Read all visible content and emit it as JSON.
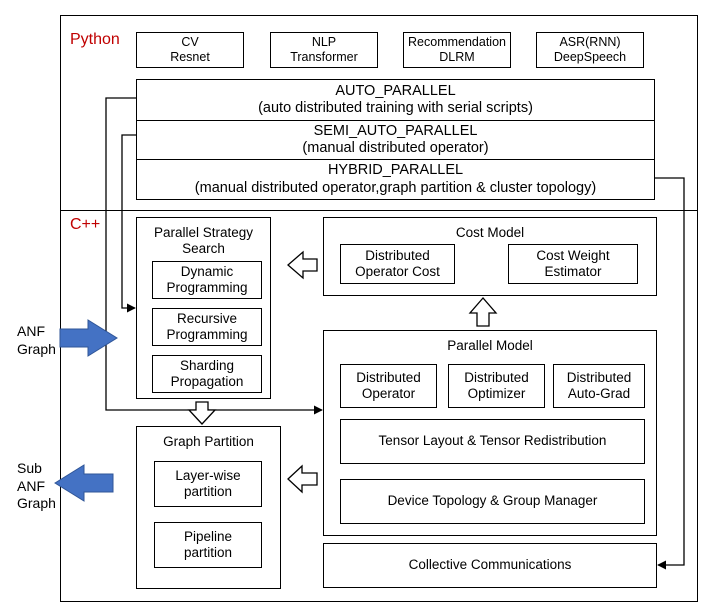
{
  "python": {
    "label": "Python",
    "models": [
      {
        "line1": "CV",
        "line2": "Resnet"
      },
      {
        "line1": "NLP",
        "line2": "Transformer"
      },
      {
        "line1": "Recommendation",
        "line2": "DLRM"
      },
      {
        "line1": "ASR(RNN)",
        "line2": "DeepSpeech"
      }
    ],
    "modes": [
      {
        "title": "AUTO_PARALLEL",
        "desc": "(auto distributed training with serial scripts)"
      },
      {
        "title": "SEMI_AUTO_PARALLEL",
        "desc": "(manual distributed operator)"
      },
      {
        "title": "HYBRID_PARALLEL",
        "desc": "(manual distributed operator,graph partition & cluster topology)"
      }
    ]
  },
  "cpp": {
    "label": "C++",
    "strategy": {
      "title_line1": "Parallel Strategy",
      "title_line2": "Search",
      "items": [
        {
          "line1": "Dynamic",
          "line2": "Programming"
        },
        {
          "line1": "Recursive",
          "line2": "Programming"
        },
        {
          "line1": "Sharding",
          "line2": "Propagation"
        }
      ]
    },
    "cost_model": {
      "title": "Cost Model",
      "items": [
        {
          "line1": "Distributed",
          "line2": "Operator Cost"
        },
        {
          "line1": "Cost Weight",
          "line2": "Estimator"
        }
      ]
    },
    "parallel_model": {
      "title": "Parallel Model",
      "items": [
        {
          "line1": "Distributed",
          "line2": "Operator"
        },
        {
          "line1": "Distributed",
          "line2": "Optimizer"
        },
        {
          "line1": "Distributed",
          "line2": "Auto-Grad"
        }
      ],
      "layout": "Tensor Layout & Tensor Redistribution",
      "topology": "Device Topology & Group Manager"
    },
    "graph_partition": {
      "title": "Graph Partition",
      "items": [
        {
          "line1": "Layer-wise",
          "line2": "partition"
        },
        {
          "line1": "Pipeline",
          "line2": "partition"
        }
      ]
    },
    "collective": "Collective Communications"
  },
  "input": {
    "line1": "ANF",
    "line2": "Graph"
  },
  "output": {
    "line1": "Sub",
    "line2": "ANF",
    "line3": "Graph"
  },
  "colors": {
    "accent_arrow": "#4472c4",
    "section_label": "#c00000"
  }
}
